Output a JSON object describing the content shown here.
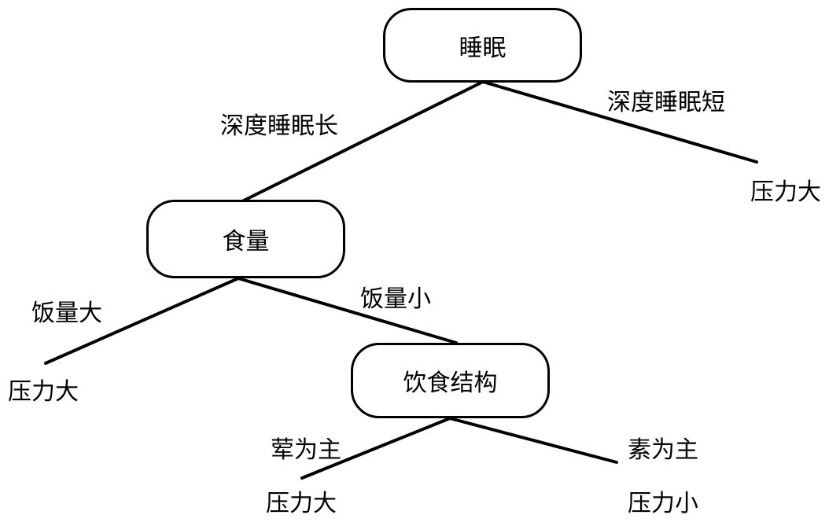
{
  "nodes": {
    "root": "睡眠",
    "food_amount": "食量",
    "diet_structure": "饮食结构"
  },
  "edges": {
    "deep_sleep_long": "深度睡眠长",
    "deep_sleep_short": "深度睡眠短",
    "big_portion": "饭量大",
    "small_portion": "饭量小",
    "meat_main": "荤为主",
    "veg_main": "素为主"
  },
  "leaves": {
    "short_sleep_result": "压力大",
    "big_portion_result": "压力大",
    "meat_result": "压力大",
    "veg_result": "压力小"
  }
}
